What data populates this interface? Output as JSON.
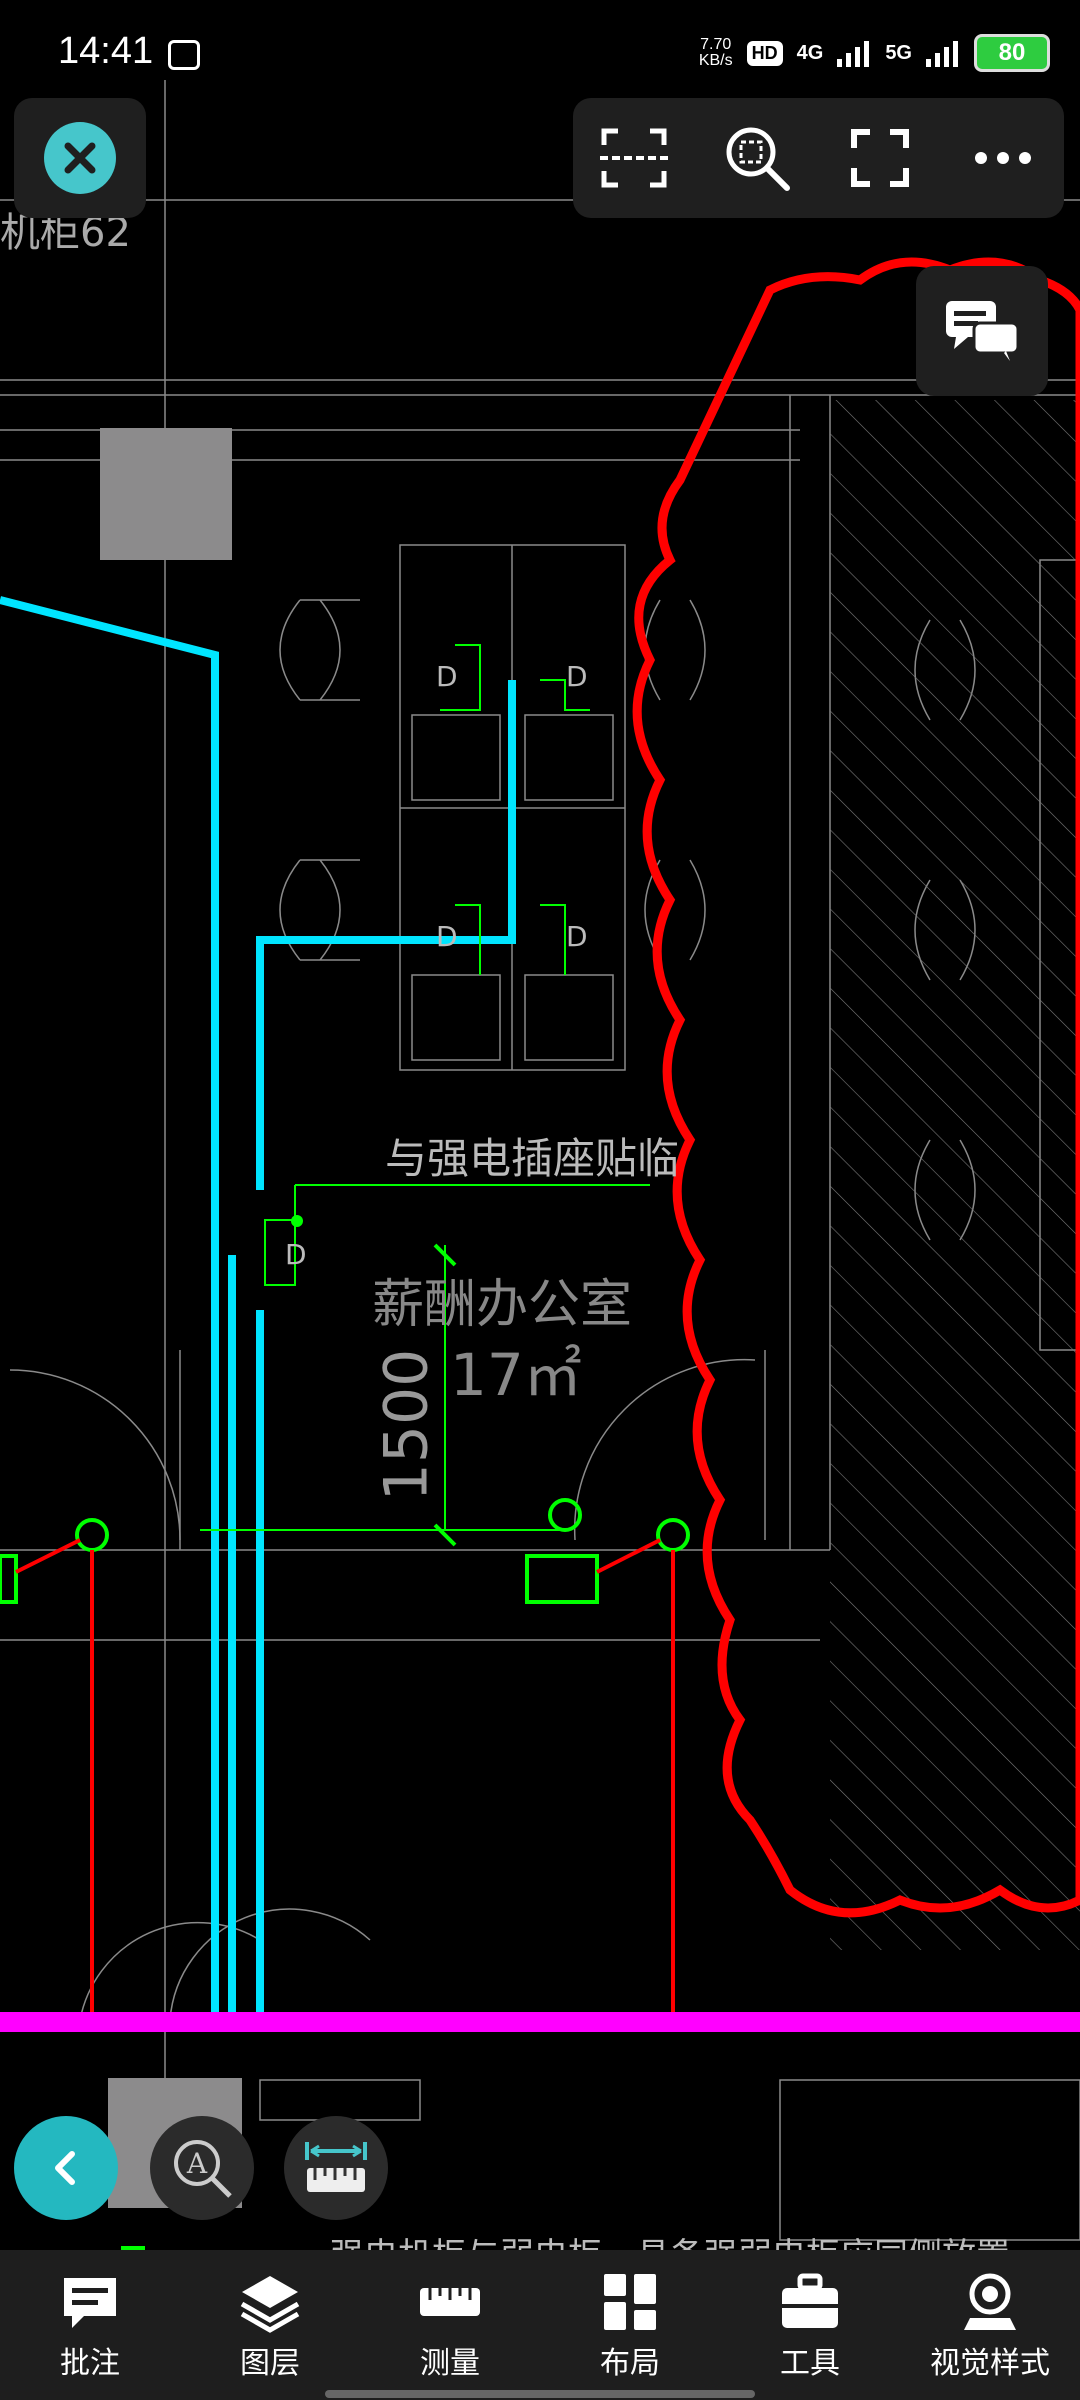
{
  "status": {
    "time": "14:41",
    "net_speed_value": "7.70",
    "net_speed_unit": "KB/s",
    "hd_badge": "HD",
    "sim1_label": "4G",
    "sim2_label": "5G",
    "battery": "80"
  },
  "drawing": {
    "label_top_left": "机柜62",
    "note_socket": "与强电插座贴临",
    "room_name": "薪酬办公室",
    "room_area": "17㎡",
    "dimension": "1500",
    "socket_mark": "D",
    "bottom_text": "强电机柜与弱电柜，具备强弱电柜应同侧放置"
  },
  "colors": {
    "cyan": "#00e5ff",
    "magenta": "#ff00ff",
    "red": "#ff0000",
    "green": "#00ff00",
    "accent": "#46c6cb"
  },
  "bottom_nav": [
    {
      "label": "批注",
      "icon": "comment-icon"
    },
    {
      "label": "图层",
      "icon": "layers-icon"
    },
    {
      "label": "测量",
      "icon": "ruler-icon"
    },
    {
      "label": "布局",
      "icon": "layout-icon"
    },
    {
      "label": "工具",
      "icon": "toolbox-icon"
    },
    {
      "label": "视觉样式",
      "icon": "visual-style-icon"
    }
  ]
}
